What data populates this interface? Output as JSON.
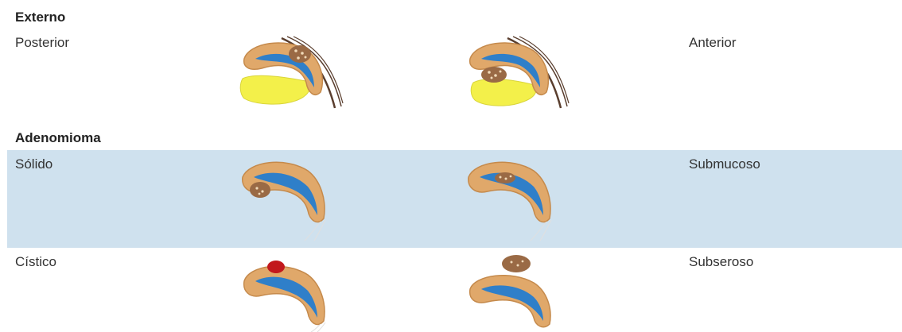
{
  "sections": [
    {
      "title": "Externo",
      "rows": [
        {
          "left_label": "Posterior",
          "right_label": "Anterior",
          "shaded": false
        }
      ]
    },
    {
      "title": "Adenomioma",
      "rows": [
        {
          "left_label": "Sólido",
          "right_label": "Submucoso",
          "shaded": true
        },
        {
          "left_label": "Cístico",
          "right_label": "Subseroso",
          "shaded": false
        }
      ]
    }
  ],
  "colors": {
    "uterus": "#e0a86a",
    "uterus_edge": "#c58a4c",
    "cavity": "#2f7fc9",
    "bladder": "#f3f04a",
    "lesion": "#9a6a45",
    "lesion_dot": "#f0d9b8",
    "cyst": "#c2181c",
    "ligament": "#5a3e2e",
    "row_shade": "#cfe1ee"
  }
}
